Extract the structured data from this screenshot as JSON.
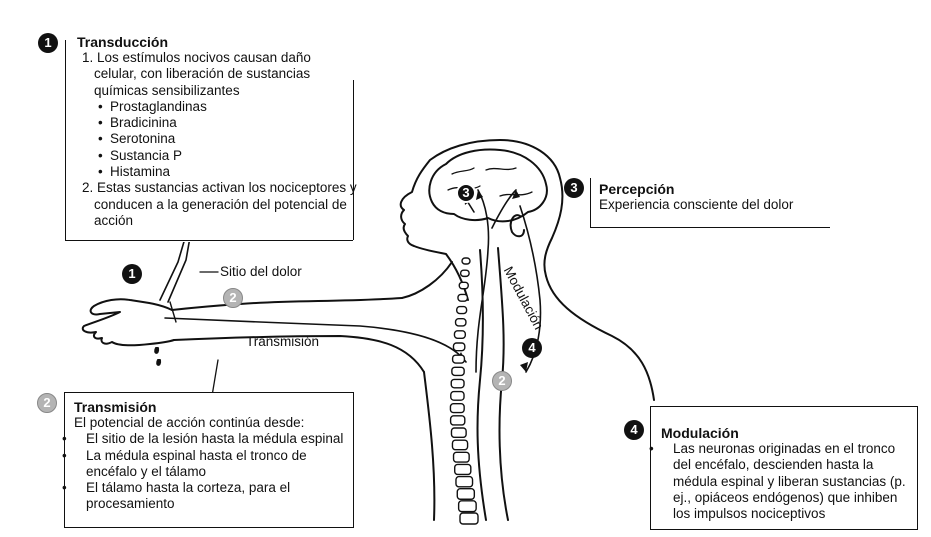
{
  "transduction": {
    "badge": "1",
    "title": "Transducción",
    "item1": "1. Los estímulos nocivos causan daño celular, con liberación de sustancias químicas sensibilizantes",
    "chemicals": [
      "Prostaglandinas",
      "Bradicinina",
      "Serotonina",
      "Sustancia P",
      "Histamina"
    ],
    "item2": "2. Estas sustancias activan los nociceptores y conducen a la generación del potencial de acción"
  },
  "perception": {
    "badge": "3",
    "title": "Percepción",
    "text": "Experiencia consciente del dolor"
  },
  "transmission": {
    "badge": "2",
    "title": "Transmisión",
    "intro": "El potencial de acción continúa desde:",
    "bullets": [
      "El sitio de la lesión hasta la médula espinal",
      "La médula espinal hasta el tronco de encéfalo y el tálamo",
      "El tálamo hasta la corteza, para el procesamiento"
    ]
  },
  "modulation": {
    "badge": "4",
    "title": "Modulación",
    "text": "Las neuronas originadas en el tronco del encéfalo, descienden hasta la médula espinal y liberan sustancias (p. ej., opiáceos endógenos) que inhiben los impulsos nociceptivos"
  },
  "figure": {
    "pain_site_label": "Sitio del dolor",
    "transmission_label": "Transmisión",
    "modulation_label": "Modulación",
    "marker_arm_1": "1",
    "marker_arm_2": "2",
    "marker_brain_3": "3",
    "marker_spine_4": "4",
    "marker_spine_2": "2"
  },
  "colors": {
    "ink": "#111111",
    "grey_badge": "#b4b4b4"
  }
}
